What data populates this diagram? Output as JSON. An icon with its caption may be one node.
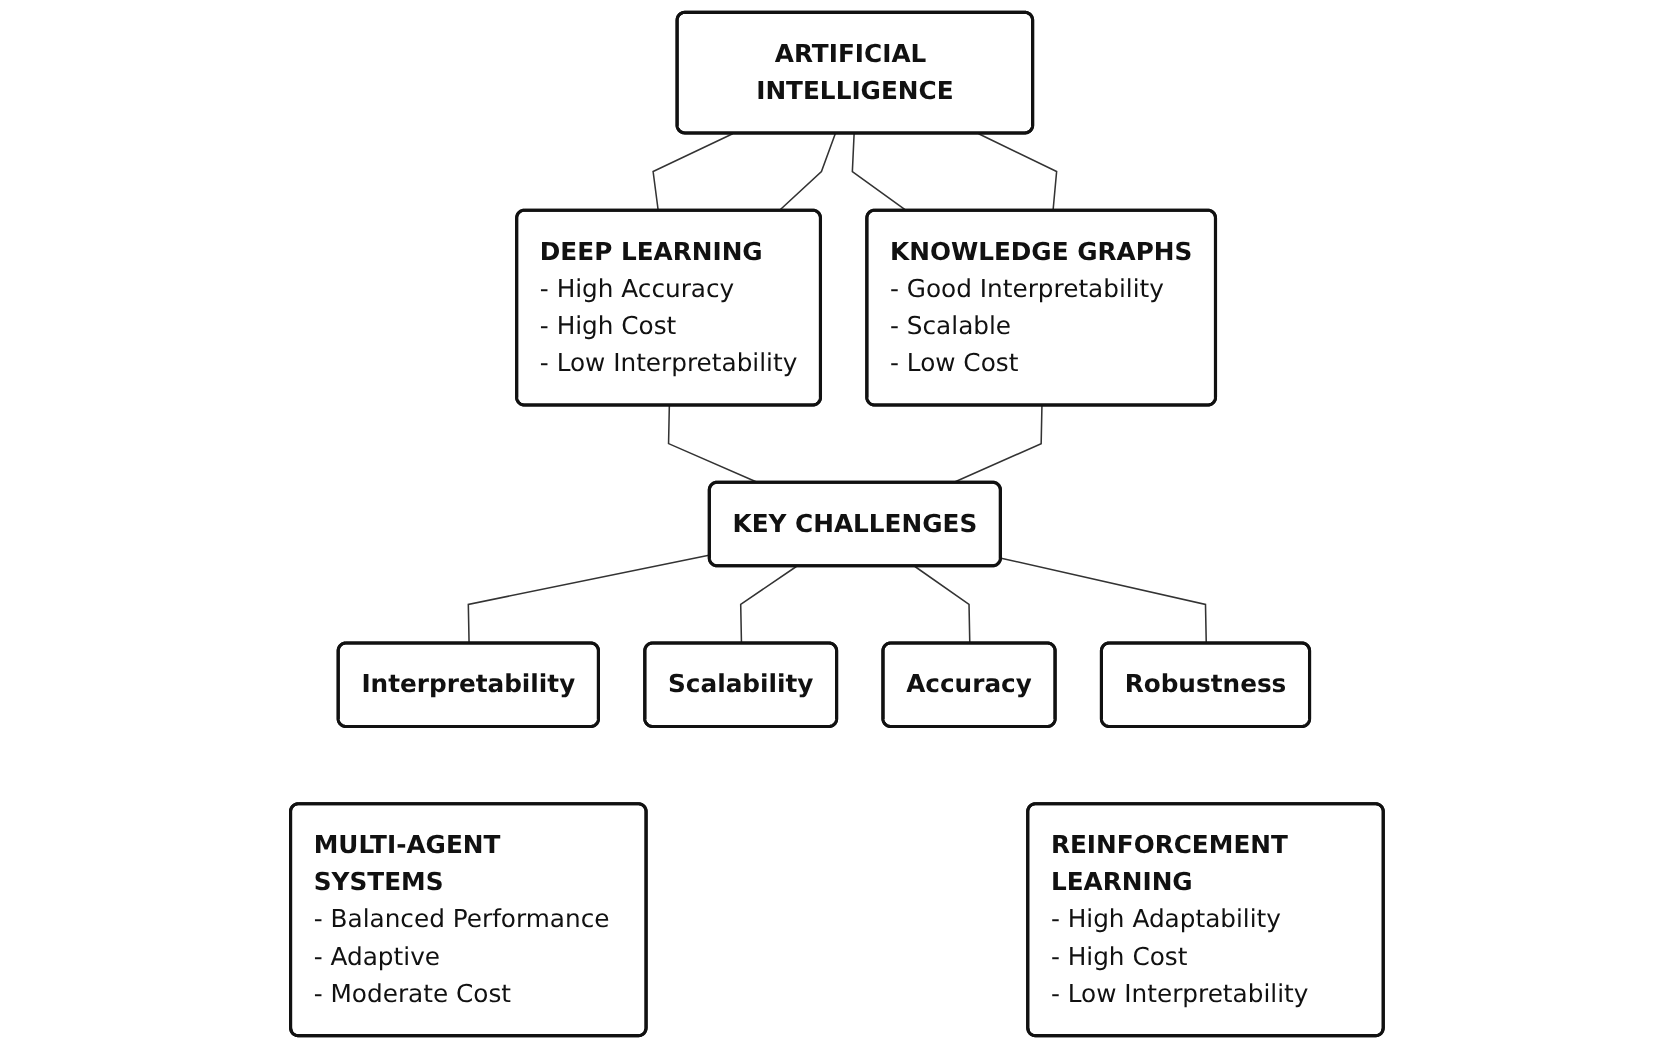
{
  "diagram": {
    "nodes": [
      {
        "text": [
          "ARTIFICIAL INTELLIGENCE"
        ]
      },
      {
        "text": [
          "DEEP LEARNING",
          "- High Accuracy",
          "- High Cost",
          "- Low Interpretability"
        ]
      },
      {
        "text": [
          "KNOWLEDGE GRAPHS",
          "- Good Interpretability",
          "- Scalable",
          "- Low Cost"
        ]
      },
      {
        "text": [
          "MULTI-AGENT SYSTEMS",
          "- Balanced Performance",
          "- Adaptive",
          "- Moderate Cost"
        ]
      },
      {
        "text": [
          "REINFORCEMENT LEARNING",
          "- High Adaptability",
          "- High Cost",
          "- Low Interpretability"
        ]
      },
      {
        "text": [
          "KEY CHALLENGES"
        ]
      },
      {
        "text": [
          "Interpretability"
        ]
      },
      {
        "text": [
          "Scalability"
        ]
      },
      {
        "text": [
          "Accuracy"
        ]
      },
      {
        "text": [
          "Robustness"
        ]
      }
    ],
    "edges": [
      {
        "from": 0,
        "to": 1,
        "arrow": "none"
      },
      {
        "from": 0,
        "to": 1,
        "arrow": "none"
      },
      {
        "from": 0,
        "to": 2,
        "arrow": "none"
      },
      {
        "from": 0,
        "to": 2,
        "arrow": "none"
      },
      {
        "from": 1,
        "to": 5,
        "arrow": "none"
      },
      {
        "from": 2,
        "to": 5,
        "arrow": "none"
      },
      {
        "from": 5,
        "to": 6,
        "arrow": "none"
      },
      {
        "from": 5,
        "to": 7,
        "arrow": "none"
      },
      {
        "from": 5,
        "to": 8,
        "arrow": "none"
      },
      {
        "from": 5,
        "to": 9,
        "arrow": "none"
      }
    ]
  }
}
